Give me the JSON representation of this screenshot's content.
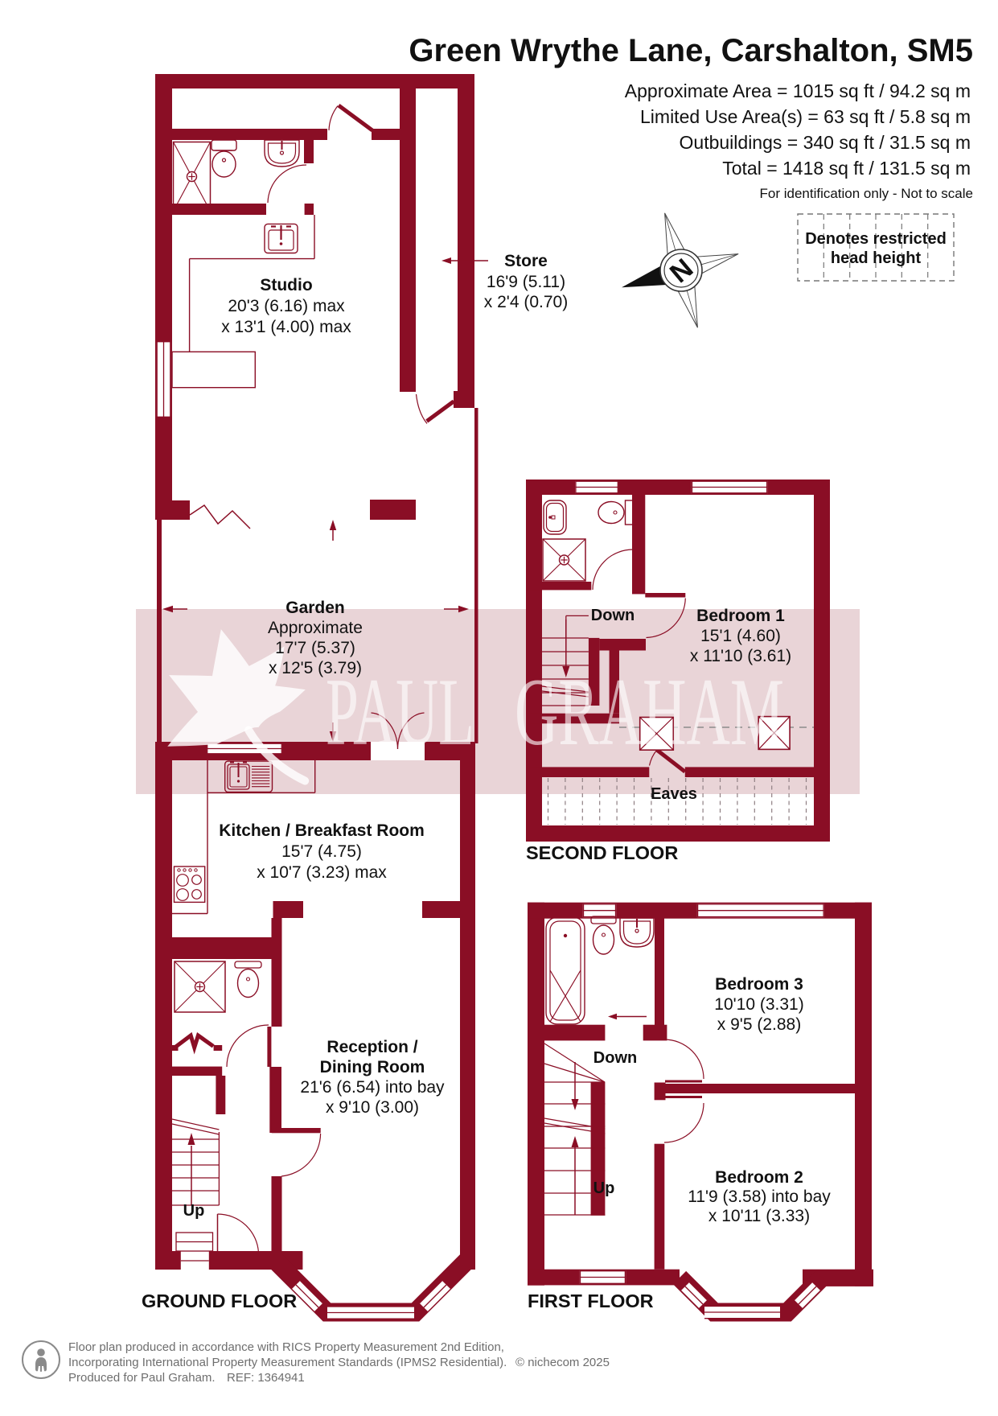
{
  "title": "Green Wrythe Lane, Carshalton, SM5",
  "area_summary": {
    "approximate": "Approximate Area = 1015 sq ft / 94.2 sq m",
    "limited_use": "Limited Use Area(s) = 63 sq ft / 5.8 sq m",
    "outbuildings": "Outbuildings = 340 sq ft / 31.5 sq m",
    "total": "Total = 1418 sq ft / 131.5 sq m",
    "note": "For identification only - Not to scale"
  },
  "legend": {
    "line1": "Denotes restricted",
    "line2": "head height"
  },
  "compass": {
    "north": "N"
  },
  "watermark": {
    "word1": "PAUL",
    "word2": "GRAHAM"
  },
  "floors": {
    "ground": "GROUND FLOOR",
    "first": "FIRST FLOOR",
    "second": "SECOND FLOOR"
  },
  "stairs": {
    "up": "Up",
    "down": "Down",
    "eaves": "Eaves"
  },
  "rooms": {
    "studio": {
      "name": "Studio",
      "dim1": "20'3 (6.16) max",
      "dim2": "x 13'1 (4.00) max"
    },
    "store": {
      "name": "Store",
      "dim1": "16'9 (5.11)",
      "dim2": "x 2'4 (0.70)"
    },
    "garden": {
      "name": "Garden",
      "dim0": "Approximate",
      "dim1": "17'7 (5.37)",
      "dim2": "x 12'5 (3.79)"
    },
    "kitchen": {
      "name": "Kitchen / Breakfast Room",
      "dim1": "15'7 (4.75)",
      "dim2": "x 10'7 (3.23) max"
    },
    "reception": {
      "name1": "Reception /",
      "name2": "Dining Room",
      "dim1": "21'6 (6.54) into bay",
      "dim2": "x 9'10 (3.00)"
    },
    "bedroom1": {
      "name": "Bedroom 1",
      "dim1": "15'1 (4.60)",
      "dim2": "x 11'10 (3.61)"
    },
    "bedroom2": {
      "name": "Bedroom 2",
      "dim1": "11'9 (3.58) into bay",
      "dim2": "x 10'11 (3.33)"
    },
    "bedroom3": {
      "name": "Bedroom 3",
      "dim1": "10'10 (3.31)",
      "dim2": "x 9'5 (2.88)"
    }
  },
  "colors": {
    "wall": "#8a0e25",
    "watermark_band": "#e9d4d7",
    "text": "#111111",
    "footer_text": "#6e6e6e"
  },
  "footer": {
    "line1": "Floor plan produced in accordance with RICS Property Measurement 2nd Edition,",
    "line2": "Incorporating International Property Measurement Standards (IPMS2 Residential).",
    "line3a": "Produced for Paul Graham.",
    "line3b": "REF: 1364941",
    "copyright": "© nichecom 2025"
  }
}
